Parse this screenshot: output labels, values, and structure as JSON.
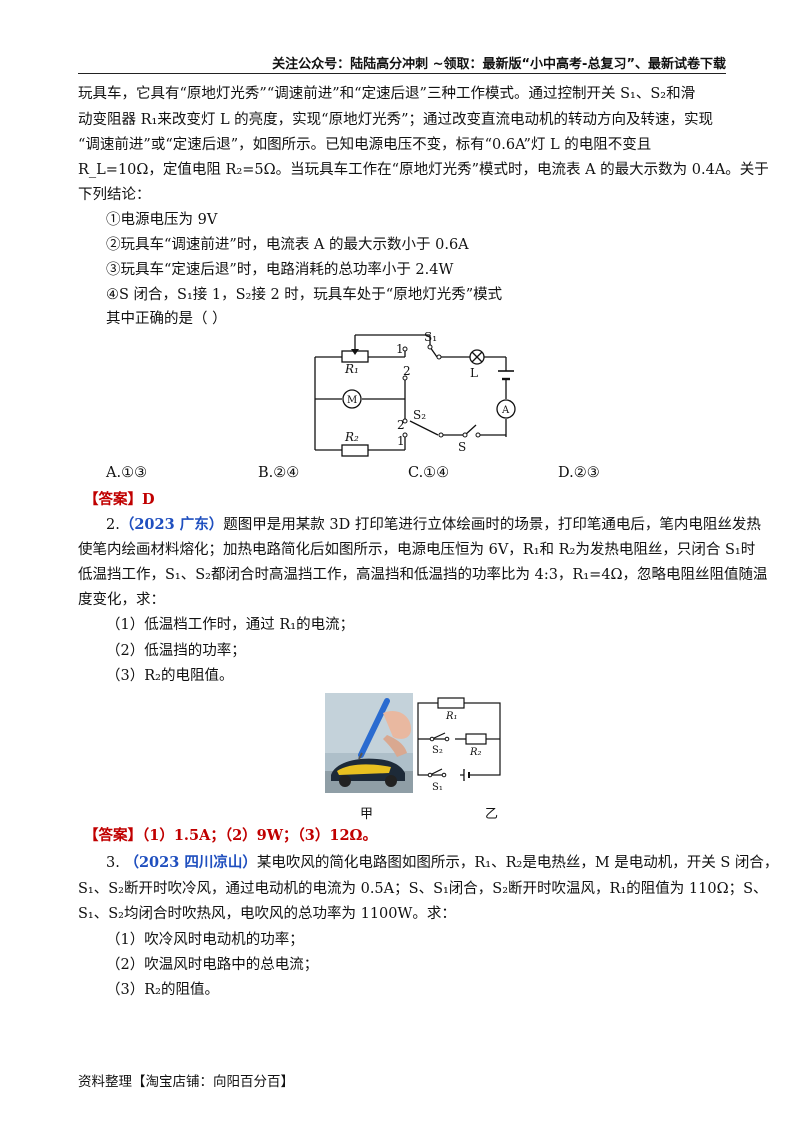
{
  "header": {
    "text": "关注公众号：陆陆高分冲刺  ~领取：最新版“小中高考-总复习”、最新试卷下载"
  },
  "q1": {
    "lines": [
      "玩具车，它具有“原地灯光秀”“调速前进”和“定速后退”三种工作模式。通过控制开关 S₁、S₂和滑",
      "动变阻器 R₁来改变灯 L 的亮度，实现“原地灯光秀”；通过改变直流电动机的转动方向及转速，实现",
      "“调速前进”或“定速后退”，如图所示。已知电源电压不变，标有“0.6A”灯 L 的电阻不变且",
      "R_L=10Ω，定值电阻 R₂=5Ω。当玩具车工作在“原地灯光秀”模式时，电流表 A 的最大示数为 0.4A。关于",
      "下列结论："
    ],
    "statements": [
      "①电源电压为 9V",
      "②玩具车“调速前进”时，电流表 A 的最大示数小于 0.6A",
      "③玩具车“定速后退”时，电路消耗的总功率小于 2.4W",
      "④S 闭合，S₁接 1，S₂接 2 时，玩具车处于“原地灯光秀”模式"
    ],
    "prompt": "其中正确的是（      ）",
    "circuit": {
      "R1": "R₁",
      "R2": "R₂",
      "M": "M",
      "L": "L",
      "A": "A",
      "S": "S",
      "S1": "S₁",
      "S2": "S₂",
      "t1a": "1",
      "t2a": "2",
      "t2b": "2",
      "t1b": "1"
    },
    "options": {
      "A": "A.①③",
      "B": "B.②④",
      "C": "C.①④",
      "D": "D.②③"
    },
    "answer_label": "【答案】",
    "answer": "D"
  },
  "q2": {
    "number": "2.",
    "source": "（2023 广东）",
    "lines": [
      "题图甲是用某款 3D 打印笔进行立体绘画时的场景，打印笔通电后，笔内电阻丝发热",
      "使笔内绘画材料熔化；加热电路简化后如图所示，电源电压恒为 6V，R₁和 R₂为发热电阻丝，只闭合 S₁时",
      "低温挡工作，S₁、S₂都闭合时高温挡工作，高温挡和低温挡的功率比为 4:3，R₁=4Ω，忽略电阻丝阻值随温",
      "度变化，求："
    ],
    "subs": [
      "（1）低温档工作时，通过 R₁的电流；",
      "（2）低温挡的功率；",
      "（3）R₂的电阻值。"
    ],
    "fig_labels": {
      "jia": "甲",
      "yi": "乙",
      "R1": "R₁",
      "R2": "R₂",
      "S1": "S₁",
      "S2": "S₂"
    },
    "answer_label": "【答案】",
    "answer": "（1）1.5A；（2）9W；（3）12Ω。"
  },
  "q3": {
    "number": "3.",
    "source": "（2023 四川凉山）",
    "lines": [
      "某电吹风的简化电路图如图所示，R₁、R₂是电热丝，M 是电动机，开关 S 闭合，",
      "S₁、S₂断开时吹冷风，通过电动机的电流为 0.5A；S、S₁闭合，S₂断开时吹温风，R₁的阻值为 110Ω；S、",
      "S₁、S₂均闭合时吹热风，电吹风的总功率为 1100W。求："
    ],
    "subs": [
      "（1）吹冷风时电动机的功率；",
      "（2）吹温风时电路中的总电流；",
      "（3）R₂的阻值。"
    ]
  },
  "footer": {
    "text": "资料整理【淘宝店铺：向阳百分百】"
  }
}
